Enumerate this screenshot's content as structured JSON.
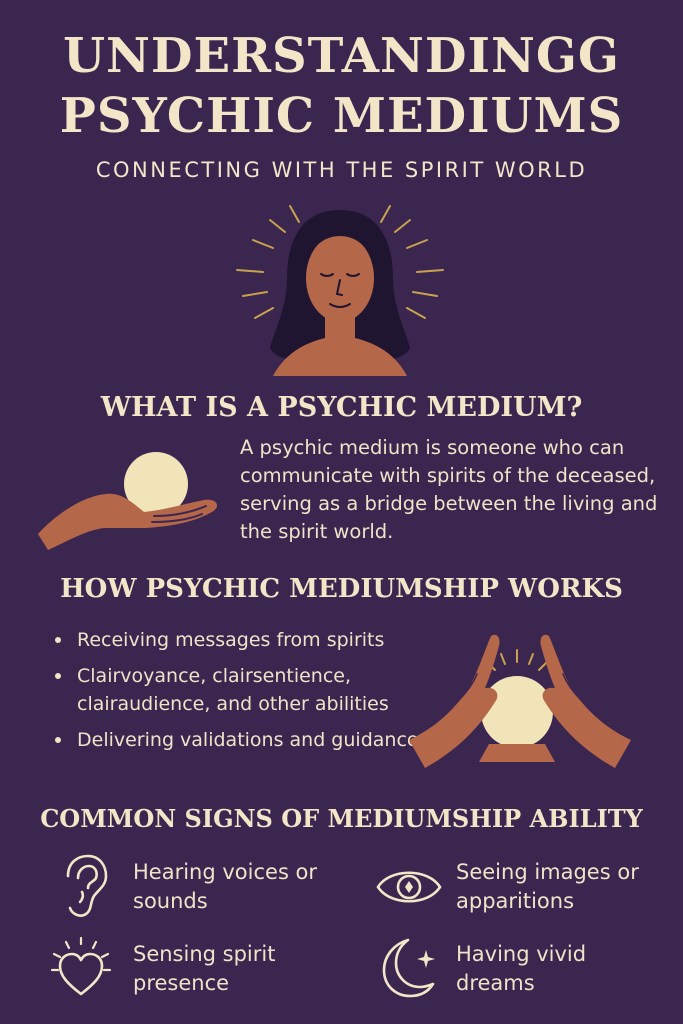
{
  "title": {
    "line1": "UNDERSTANDINGG",
    "line2": "PSYCHIC MEDIUMS",
    "subtitle": "CONNECTING WITH THE SPIRIT WORLD"
  },
  "what": {
    "heading": "WHAT IS A PSYCHIC MEDIUM?",
    "body": "A psychic medium is someone who can communicate with spirits of the deceased, serving as a bridge between the living and the spirit world."
  },
  "how": {
    "heading": "HOW PSYCHIC MEDIUMSHIP WORKS",
    "items": [
      "Receiving messages from spirits",
      "Clairvoyance, clairsentience, clairaudience, and other abilities",
      "Delivering validations and guidance"
    ]
  },
  "signs": {
    "heading": "COMMON SIGNS OF MEDIUMSHIP ABILITY",
    "items": [
      {
        "label": "Hearing voices or sounds",
        "icon": "ear-icon"
      },
      {
        "label": "Seeing images or apparitions",
        "icon": "eye-icon"
      },
      {
        "label": "Sensing spirit presence",
        "icon": "heart-icon"
      },
      {
        "label": "Having vivid dreams",
        "icon": "moon-icon"
      }
    ]
  },
  "colors": {
    "background": "#3b2650",
    "text": "#f3e6c8",
    "skin": "#b5674a",
    "hair": "#1f1530",
    "orb": "#f1e4b8",
    "accent_rays": "#c9a24e"
  }
}
